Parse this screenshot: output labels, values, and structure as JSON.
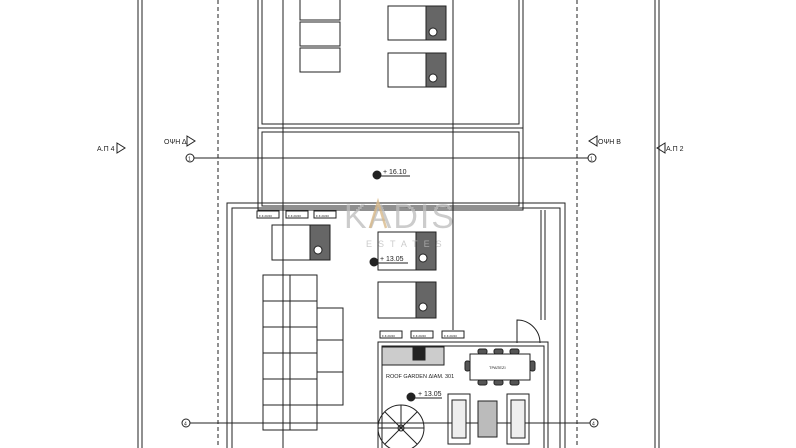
{
  "plan": {
    "side_labels": {
      "left_outer": "Α.Π 4",
      "left_inner": "ΟΨΗ Δ",
      "right_inner": "ΟΨΗ Β",
      "right_outer": "Α.Π 2"
    },
    "axis_bubbles": {
      "top": "1",
      "bottom": "4"
    },
    "levels": {
      "upper_roof": "+ 16.10",
      "terrace": "+ 13.05",
      "roof_garden": "+ 13.05"
    },
    "room_label": "ROOF GARDEN ΔΙΑΜ. 301",
    "table_label": "ΤΡΑΠΕΖΙ",
    "unit_tag": "Σ.Σ.20/40"
  },
  "watermark": {
    "brand": "KADIS",
    "sub": "ESTATES",
    "accent": "#d8b98a"
  }
}
